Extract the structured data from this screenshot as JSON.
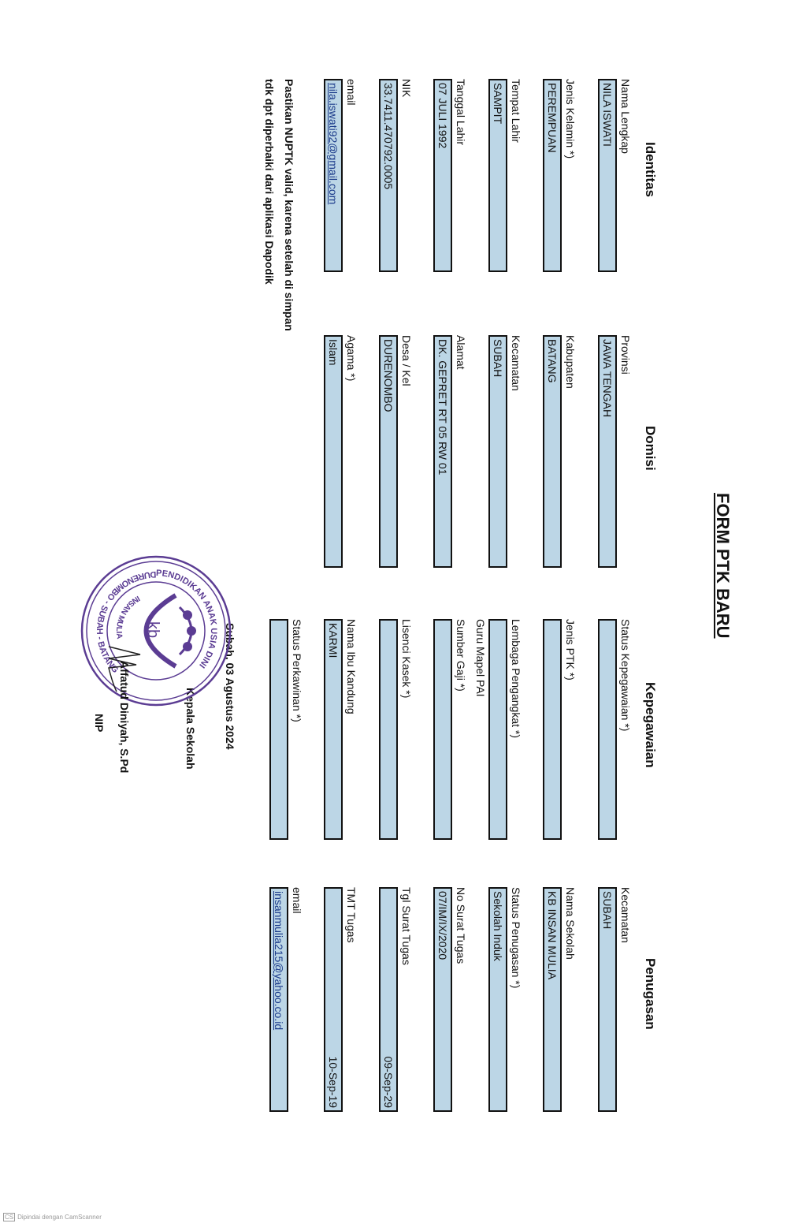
{
  "title": "FORM PTK BARU",
  "sections": {
    "identitas": {
      "heading": "Identitas",
      "fields": [
        {
          "label": "Nama Lengkap",
          "value": "NILA ISWATI"
        },
        {
          "label": "Jenis Kelamin  *)",
          "value": "PEREMPUAN"
        },
        {
          "label": "Tempat Lahir",
          "value": "SAMPIT"
        },
        {
          "label": "Tanggal Lahir",
          "value": "07 JULI 1992"
        },
        {
          "label": "NIK",
          "value": "33.7411.470792.0005"
        },
        {
          "label": "email",
          "value": "nila.iswati92@gmail.com"
        }
      ]
    },
    "domisili": {
      "heading": "Domisi",
      "fields": [
        {
          "label": "Provinsi",
          "value": "JAWA TENGAH"
        },
        {
          "label": "Kabupaten",
          "value": "BATANG"
        },
        {
          "label": "Kecamatan",
          "value": "SUBAH"
        },
        {
          "label": "Alamat",
          "value": "DK. GEPRET RT 05 RW 01"
        },
        {
          "label": "Desa / Kel",
          "value": "DURENOMBO"
        },
        {
          "label": "Agama  *)",
          "value": "Islam"
        }
      ]
    },
    "kepegawaian": {
      "heading": "Kepegawaian",
      "fields": [
        {
          "label": "Status Kepegawaian  *)",
          "value": ""
        },
        {
          "label": "Jenis PTK  *)",
          "value": ""
        },
        {
          "label": "Lembaga Pengangkat  *)",
          "value": ""
        },
        {
          "label": "Sumber Gaji  *)",
          "value": ""
        },
        {
          "label": "Lisenci Kasek  *)",
          "value": ""
        },
        {
          "label": "Nama Ibu Kandung",
          "value": "KARMI"
        },
        {
          "label": "Status Perkawinan  *)",
          "value": ""
        }
      ],
      "extra_note": "Guru Mapel PAI"
    },
    "penugasan": {
      "heading": "Penugasan",
      "fields": [
        {
          "label": "Kecamatan",
          "value": "SUBAH"
        },
        {
          "label": "Nama Sekolah",
          "value": "KB INSAN MULIA"
        },
        {
          "label": "Status Penugasan  *)",
          "value": "Sekolah Induk"
        },
        {
          "label": "No Surat Tugas",
          "value": "07/IM/IX/2020"
        },
        {
          "label": "Tgl Surat Tugas",
          "value": "09-Sep-29"
        },
        {
          "label": "TMT Tugas",
          "value": "10-Sep-19"
        },
        {
          "label": "email",
          "value": "insanmulia215@yahoo.co.id"
        }
      ]
    }
  },
  "notes": [
    "Pastikan NUPTK valid, karena setelah di simpan",
    "tdk dpt diperbaiki dari aplikasi Dapodik"
  ],
  "signature": {
    "place_date": "Subah, 03 Agustus 2024",
    "role": "Kepala Sekolah",
    "name": "Affatud Diniyah, S.Pd",
    "nip": "NIP"
  },
  "stamp": {
    "outer_text": "PENDIDIKAN ANAK USIA DINI * DURENOMBO - SUBAH - BATANG *",
    "inner_text": "INSAN MULIA",
    "center": "kb",
    "color": "#5b3c93"
  },
  "field_color": "#bcd6e6",
  "footer": {
    "badge": "CS",
    "text": "Dipindai dengan CamScanner"
  }
}
